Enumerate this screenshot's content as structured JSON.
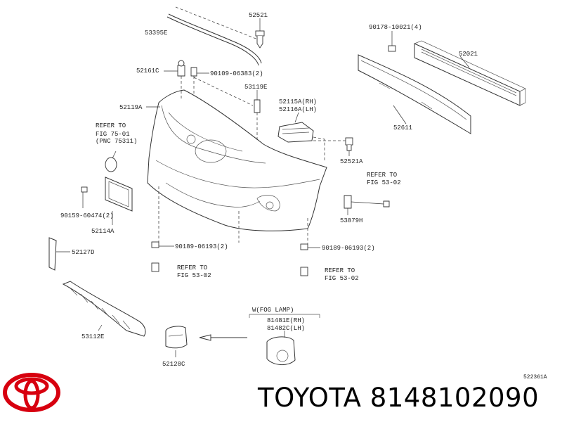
{
  "labels": {
    "l52521": "52521",
    "l53395E": "53395E",
    "l90178": "90178-10021(4)",
    "l52021": "52021",
    "l52161C": "52161C",
    "l90109": "90109-06383(2)",
    "l53119E": "53119E",
    "l52115A": "52115A(RH)",
    "l52116A": "52116A(LH)",
    "l52119A": "52119A",
    "l52611": "52611",
    "refer_a1": "REFER TO",
    "refer_a2": "FIG 75-01",
    "refer_a3": "(PNC 75311)",
    "l52521A": "52521A",
    "refer_b1": "REFER TO",
    "refer_b2": "FIG 53-02",
    "l90159": "90159-60474(2)",
    "l52114A": "52114A",
    "l53879H": "53879H",
    "l52127D": "52127D",
    "l90189a": "90189-06193(2)",
    "l90189b": "90189-06193(2)",
    "refer_c1": "REFER TO",
    "refer_c2": "FIG 53-02",
    "refer_d1": "REFER TO",
    "refer_d2": "FIG 53-02",
    "fog_lamp": "W(FOG LAMP)",
    "l81481E": "81481E(RH)",
    "l81482C": "81482C(LH)",
    "l53112E": "53112E",
    "l52128C": "52128C",
    "code": "522361A"
  },
  "brand": {
    "logo_icon": "toyota-logo-icon",
    "text": "TOYOTA 8148102090",
    "logo_color": "#d7000f"
  }
}
